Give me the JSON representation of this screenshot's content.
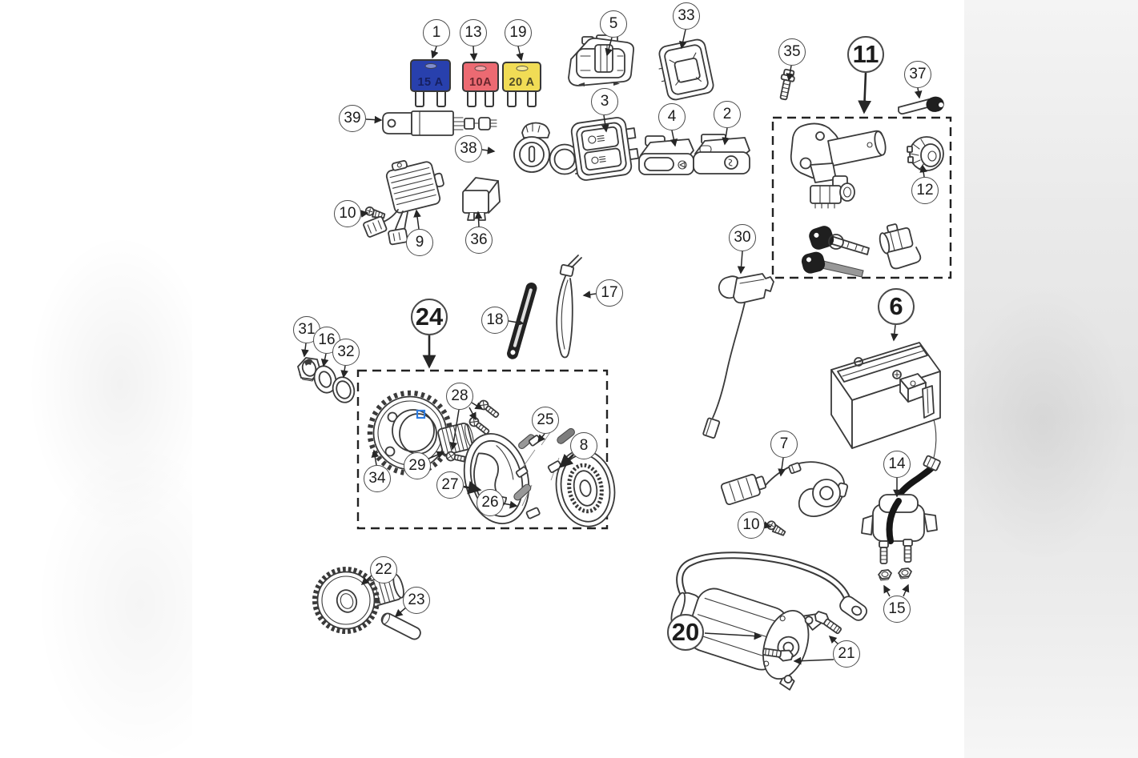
{
  "colors": {
    "line": "#3a3a3a",
    "balloon_border": "#4a4a4a",
    "selection_box": "#2f7ce0",
    "background_side": "#e5e5e5"
  },
  "fuses": [
    {
      "callout": "1",
      "label": "15 A",
      "body_color": "#2840ad",
      "text_color": "#161f60"
    },
    {
      "callout": "13",
      "label": "10A",
      "body_color": "#ec6a72",
      "text_color": "#69262d"
    },
    {
      "callout": "19",
      "label": "20 A",
      "body_color": "#f1dc55",
      "text_color": "#4f4b26"
    }
  ],
  "callouts": {
    "c1": {
      "label": "1"
    },
    "c2": {
      "label": "2"
    },
    "c3": {
      "label": "3"
    },
    "c4": {
      "label": "4"
    },
    "c5": {
      "label": "5"
    },
    "c6": {
      "label": "6"
    },
    "c7": {
      "label": "7"
    },
    "c8": {
      "label": "8"
    },
    "c9": {
      "label": "9"
    },
    "c10a": {
      "label": "10"
    },
    "c10b": {
      "label": "10"
    },
    "c11": {
      "label": "11"
    },
    "c12": {
      "label": "12"
    },
    "c13": {
      "label": "13"
    },
    "c14": {
      "label": "14"
    },
    "c15": {
      "label": "15"
    },
    "c16": {
      "label": "16"
    },
    "c17": {
      "label": "17"
    },
    "c18": {
      "label": "18"
    },
    "c19": {
      "label": "19"
    },
    "c20": {
      "label": "20"
    },
    "c21": {
      "label": "21"
    },
    "c22": {
      "label": "22"
    },
    "c23": {
      "label": "23"
    },
    "c24": {
      "label": "24"
    },
    "c25": {
      "label": "25"
    },
    "c26": {
      "label": "26"
    },
    "c27": {
      "label": "27"
    },
    "c28": {
      "label": "28"
    },
    "c29": {
      "label": "29"
    },
    "c30": {
      "label": "30"
    },
    "c31": {
      "label": "31"
    },
    "c32": {
      "label": "32"
    },
    "c33": {
      "label": "33"
    },
    "c34": {
      "label": "34"
    },
    "c35": {
      "label": "35"
    },
    "c36": {
      "label": "36"
    },
    "c37": {
      "label": "37"
    },
    "c38": {
      "label": "38"
    },
    "c39": {
      "label": "39"
    }
  }
}
